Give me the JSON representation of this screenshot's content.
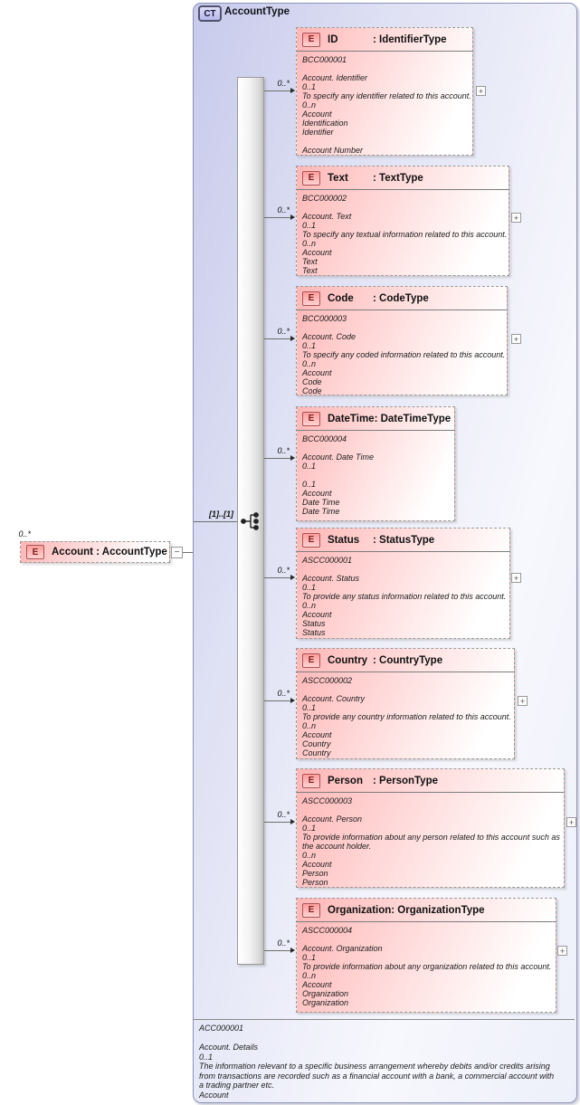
{
  "complex_type": {
    "badge": "CT",
    "name": "AccountType"
  },
  "root_element": {
    "cardinality": "0..*",
    "badge": "E",
    "label": "Account : AccountType",
    "collapse_glyph": "−"
  },
  "sequence": {
    "occurrence": "[1]..[1]"
  },
  "elements": [
    {
      "badge": "E",
      "name": "ID",
      "type": ": IdentifierType",
      "cardinality": "0..*",
      "expand_glyph": "+",
      "annotation": "BCC000001\n\nAccount. Identifier\n0..1\nTo specify any identifier related to this account.\n0..n\nAccount\nIdentification\nIdentifier\n\nAccount Number"
    },
    {
      "badge": "E",
      "name": "Text",
      "type": ": TextType",
      "cardinality": "0..*",
      "expand_glyph": "+",
      "annotation": "BCC000002\n\nAccount. Text\n0..1\nTo specify any textual information related to this account.\n0..n\nAccount\nText\nText"
    },
    {
      "badge": "E",
      "name": "Code",
      "type": ": CodeType",
      "cardinality": "0..*",
      "expand_glyph": "+",
      "annotation": "BCC000003\n\nAccount. Code\n0..1\nTo specify any coded information related to this account.\n0..n\nAccount\nCode\nCode"
    },
    {
      "badge": "E",
      "name": "DateTime",
      "type": ": DateTimeType",
      "cardinality": "0..*",
      "annotation": "BCC000004\n\nAccount. Date Time\n0..1\n\n0..1\nAccount\nDate Time\nDate Time"
    },
    {
      "badge": "E",
      "name": "Status",
      "type": ": StatusType",
      "cardinality": "0..*",
      "expand_glyph": "+",
      "annotation": "ASCC000001\n\nAccount. Status\n0..1\nTo provide any status information related to this account.\n0..n\nAccount\nStatus\nStatus"
    },
    {
      "badge": "E",
      "name": "Country",
      "type": ": CountryType",
      "cardinality": "0..*",
      "expand_glyph": "+",
      "annotation": "ASCC000002\n\nAccount. Country\n0..1\nTo provide any country information related to this account.\n0..n\nAccount\nCountry\nCountry"
    },
    {
      "badge": "E",
      "name": "Person",
      "type": ": PersonType",
      "cardinality": "0..*",
      "expand_glyph": "+",
      "annotation": "ASCC000003\n\nAccount. Person\n0..1\nTo provide information about any person related to this account such as\nthe account holder.\n0..n\nAccount\nPerson\nPerson"
    },
    {
      "badge": "E",
      "name": "Organization",
      "type": ": OrganizationType",
      "cardinality": "0..*",
      "expand_glyph": "+",
      "annotation": "ASCC000004\n\nAccount. Organization\n0..1\nTo provide information about any organization related to this account.\n0..n\nAccount\nOrganization\nOrganization"
    }
  ],
  "footer": {
    "annotation": "ACC000001\n\nAccount. Details\n0..1\nThe information relevant to a specific business arrangement whereby debits and/or credits arising\nfrom transactions are recorded such as a financial account with a bank, a commercial account with\na trading partner etc.\nAccount"
  }
}
